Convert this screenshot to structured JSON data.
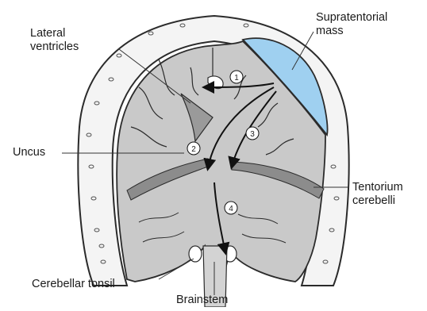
{
  "labels": {
    "lateral_ventricles": [
      "Lateral",
      "ventricles"
    ],
    "supratentorial_mass": [
      "Supratentorial",
      "mass"
    ],
    "uncus": "Uncus",
    "tentorium_cerebelli": [
      "Tentorium",
      "cerebelli"
    ],
    "cerebellar_tonsil": "Cerebellar tonsil",
    "brainstem": "Brainstem"
  },
  "herniation_markers": [
    "1",
    "2",
    "3",
    "4"
  ],
  "colors": {
    "brain": "#c9c9c9",
    "skull": "#f4f4f4",
    "mass": "#9fd0f0",
    "outline": "#2b2b2b",
    "tentorium": "#8c8c8c"
  }
}
